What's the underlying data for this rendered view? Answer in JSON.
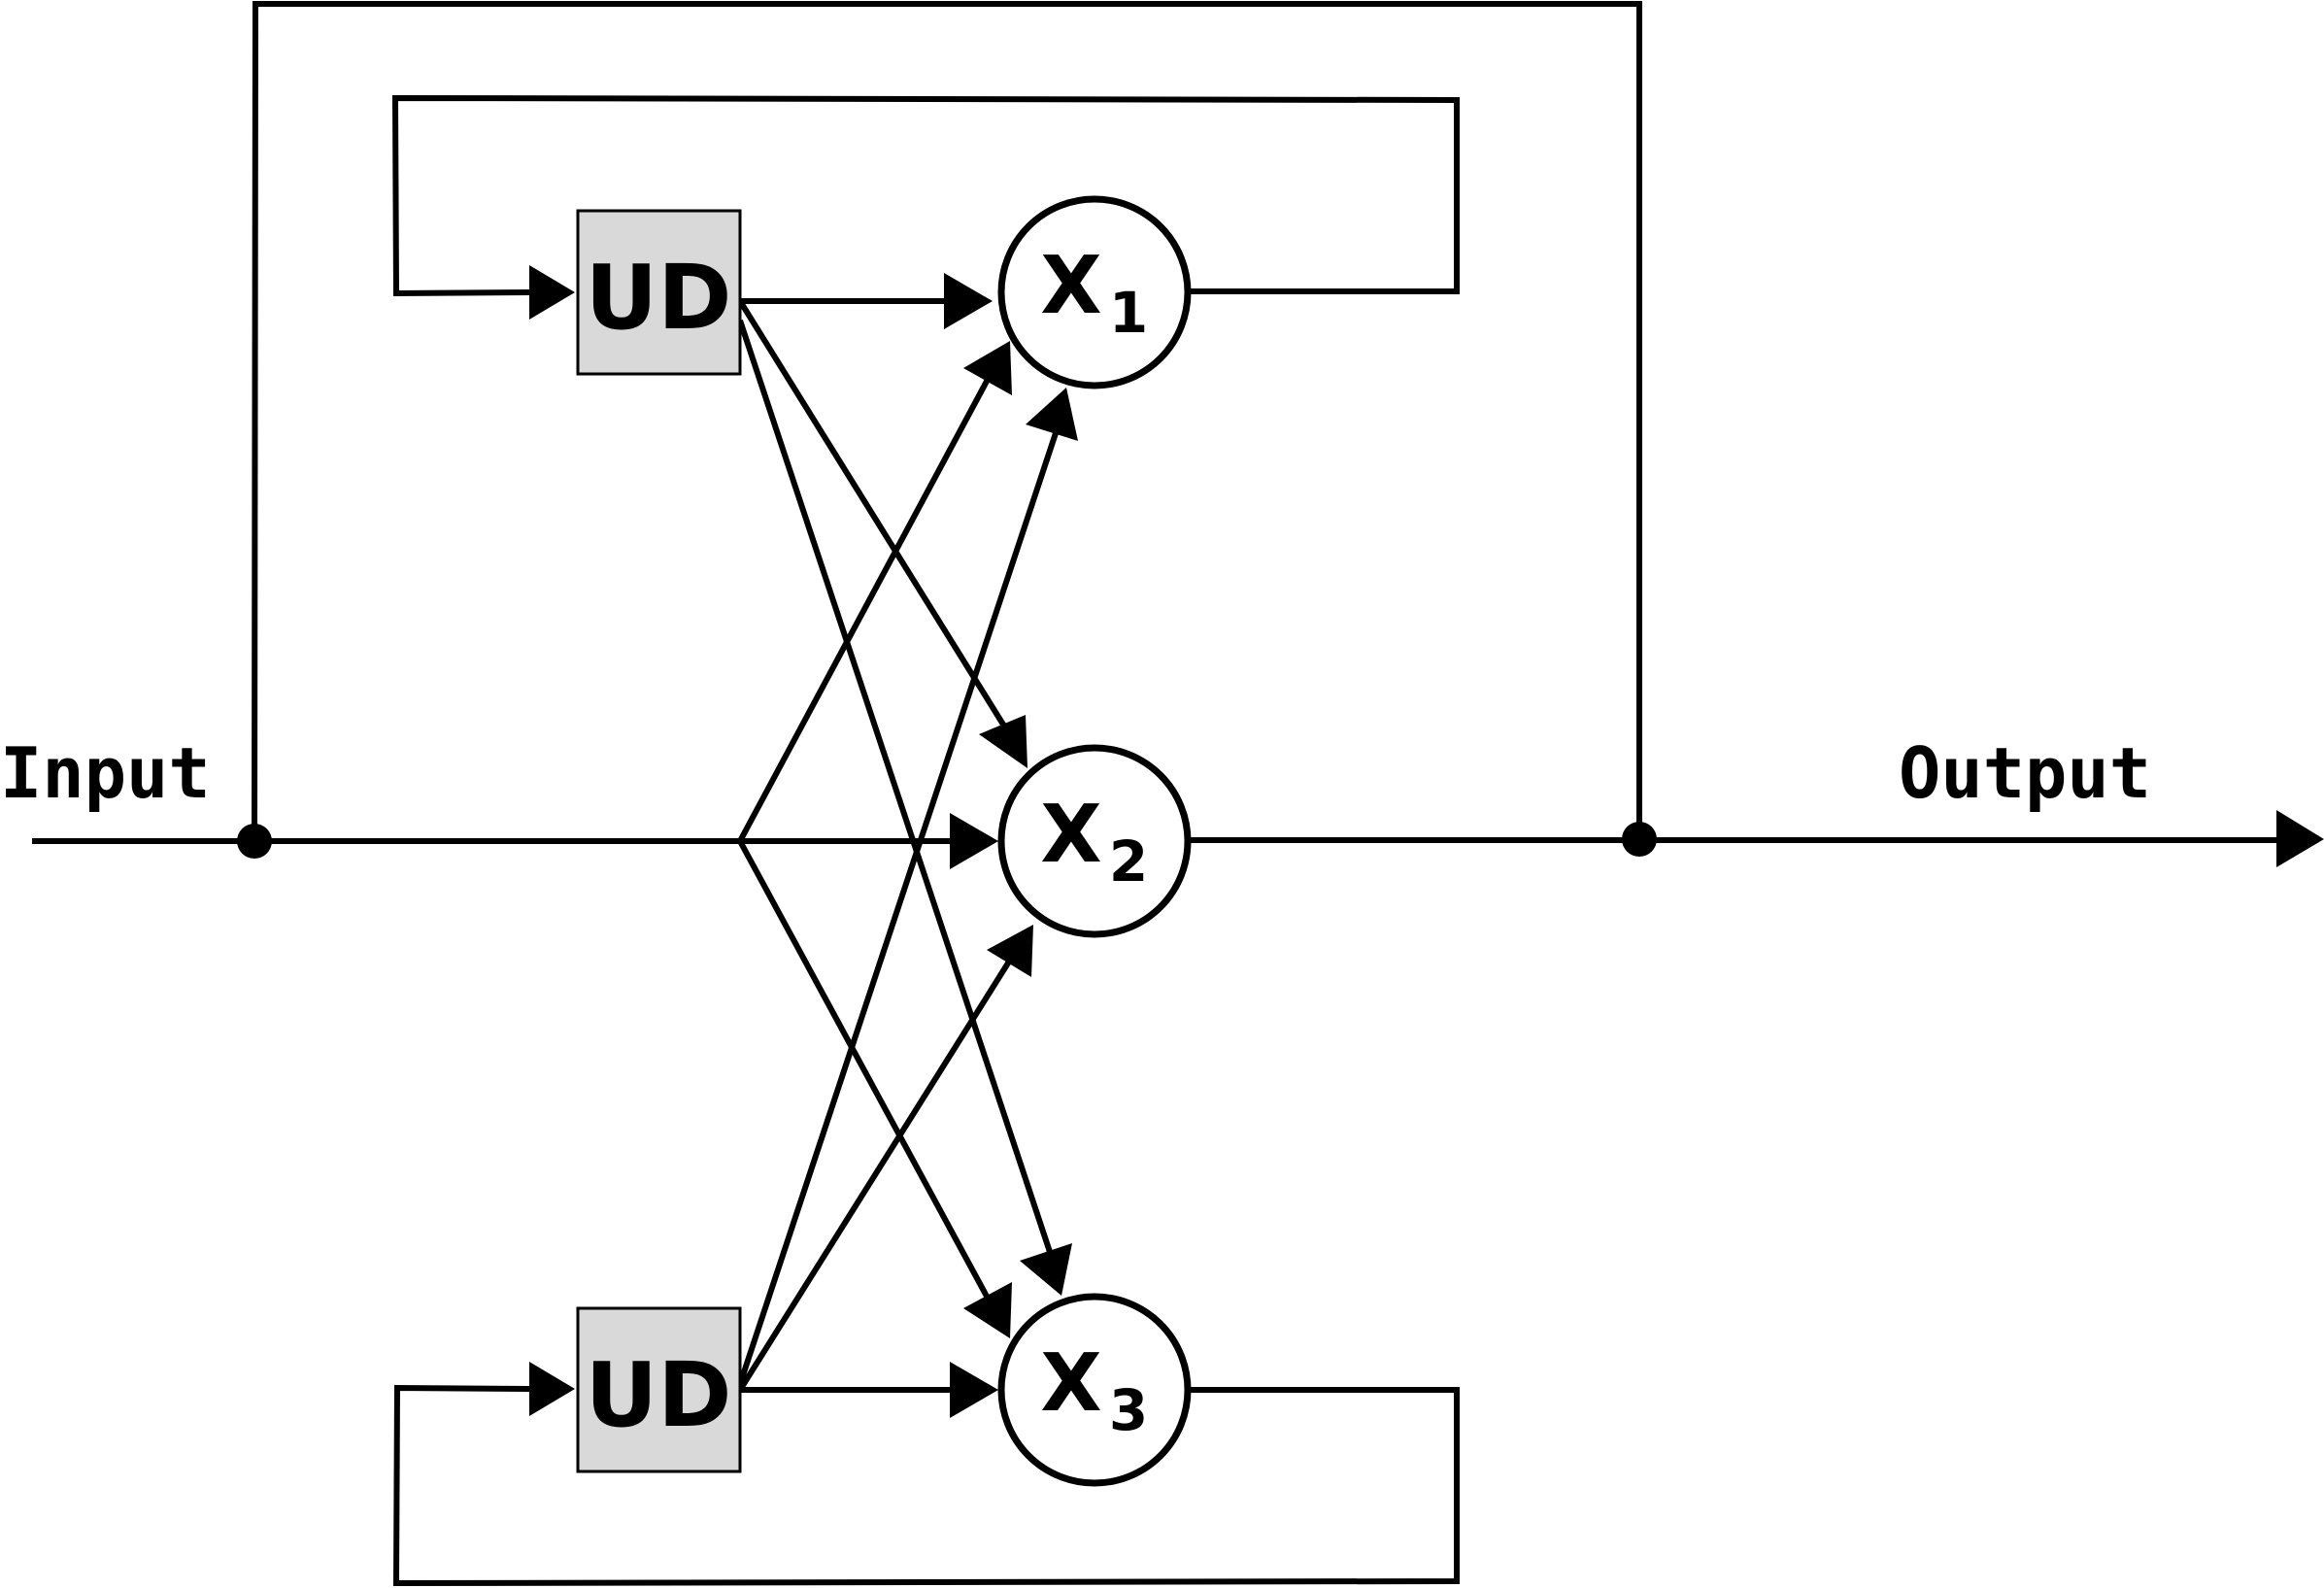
{
  "labels": {
    "input": "Input",
    "output": "Output"
  },
  "blocks": [
    {
      "id": "ud_top",
      "text": "UD"
    },
    {
      "id": "ud_bottom",
      "text": "UD"
    }
  ],
  "nodes": [
    {
      "id": "x1",
      "text": "X",
      "subscript": "1"
    },
    {
      "id": "x2",
      "text": "X",
      "subscript": "2"
    },
    {
      "id": "x3",
      "text": "X",
      "subscript": "3"
    }
  ],
  "colors": {
    "line": "#000000",
    "block_fill": "#d9d9d9",
    "node_fill": "#ffffff"
  }
}
